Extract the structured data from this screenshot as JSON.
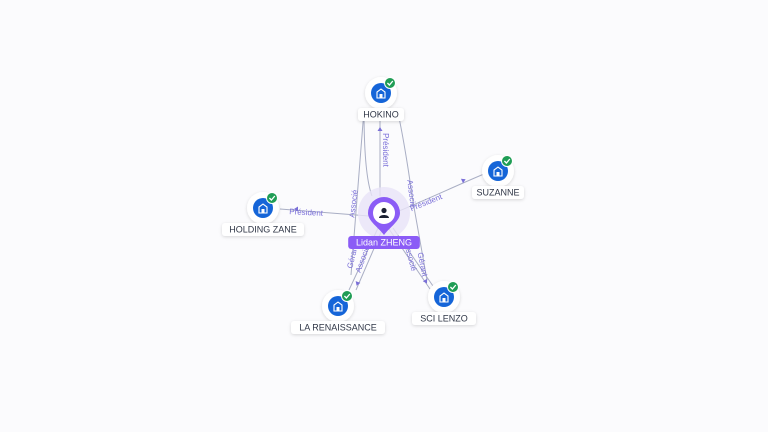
{
  "graph": {
    "center": {
      "name": "Lidan ZHENG",
      "type": "person"
    },
    "companies": [
      {
        "id": "hokino",
        "name": "HOKINO",
        "verified": true
      },
      {
        "id": "suzanne",
        "name": "SUZANNE",
        "verified": true
      },
      {
        "id": "holding-zane",
        "name": "HOLDING ZANE",
        "verified": true
      },
      {
        "id": "la-renaissance",
        "name": "LA RENAISSANCE",
        "verified": true
      },
      {
        "id": "sci-lenzo",
        "name": "SCI LENZO",
        "verified": true
      }
    ],
    "relations": [
      {
        "target": "hokino",
        "label": "Président"
      },
      {
        "target": "hokino",
        "label": "Associé"
      },
      {
        "target": "hokino",
        "label": "Associé"
      },
      {
        "target": "suzanne",
        "label": "Président"
      },
      {
        "target": "holding-zane",
        "label": "Président"
      },
      {
        "target": "la-renaissance",
        "label": "Gérant"
      },
      {
        "target": "la-renaissance",
        "label": "Associé"
      },
      {
        "target": "sci-lenzo",
        "label": "Gérant"
      },
      {
        "target": "sci-lenzo",
        "label": "Associé"
      }
    ]
  },
  "colors": {
    "person_accent": "#8b5cf6",
    "company_accent": "#1565d8",
    "verified": "#1f9d55",
    "edge": "#a9aec4",
    "edge_label": "#7a6fd8"
  },
  "icons": {
    "person": "user-icon",
    "company": "building-icon",
    "verified": "check-icon"
  }
}
